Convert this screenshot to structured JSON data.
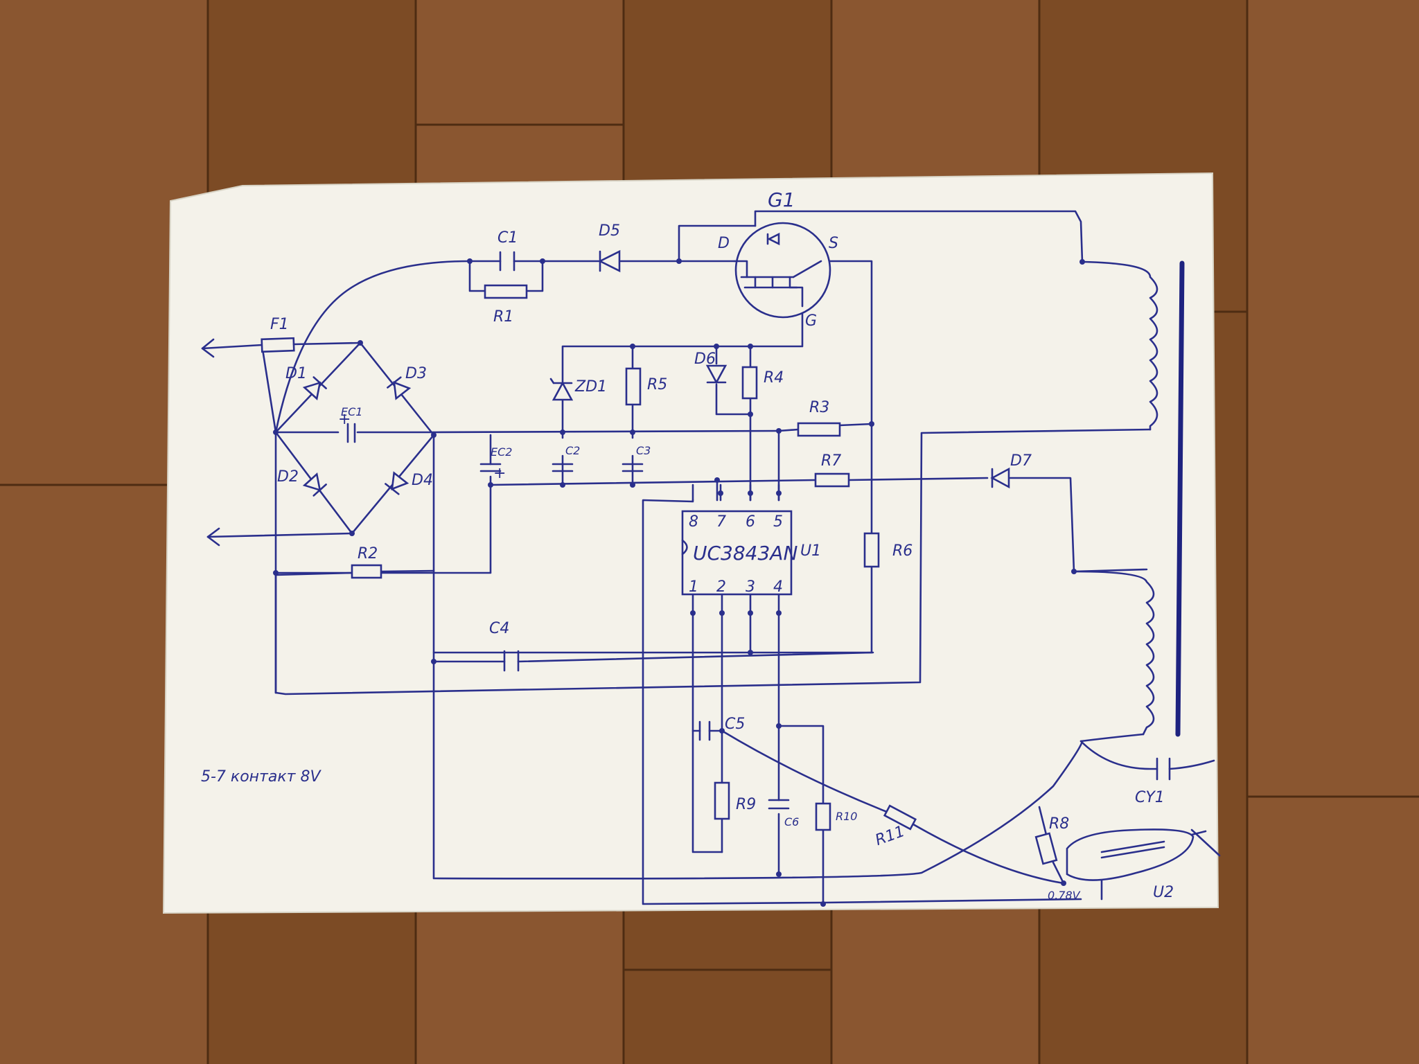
{
  "labels": {
    "F1": "F1",
    "D1": "D1",
    "D2": "D2",
    "D3": "D3",
    "D4": "D4",
    "EC1": "EC1",
    "EC2": "EC2",
    "C1": "C1",
    "R1": "R1",
    "D5": "D5",
    "G1": "G1",
    "D": "D",
    "S": "S",
    "G": "G",
    "ZD1": "ZD1",
    "R5": "R5",
    "D6": "D6",
    "R4": "R4",
    "R3": "R3",
    "C2": "C2",
    "C3": "C3",
    "R7": "R7",
    "D7": "D7",
    "R2": "R2",
    "U1_part": "UC3843AN",
    "U1": "U1",
    "R6": "R6",
    "C4": "C4",
    "C5": "C5",
    "R9": "R9",
    "C6": "C6",
    "R10": "R10",
    "R11": "R11",
    "R8": "R8",
    "U2": "U2",
    "CY1": "CY1",
    "voltage": "0.78V",
    "note": "5-7 контакт 8V",
    "plus1": "+",
    "plus2": "+"
  },
  "ic_pins_top": [
    "8",
    "7",
    "6",
    "5"
  ],
  "ic_pins_bottom": [
    "1",
    "2",
    "3",
    "4"
  ],
  "colors": {
    "ink": "#2a2f8c",
    "paper": "#f4f2ea",
    "wood": "#7a4a24"
  }
}
